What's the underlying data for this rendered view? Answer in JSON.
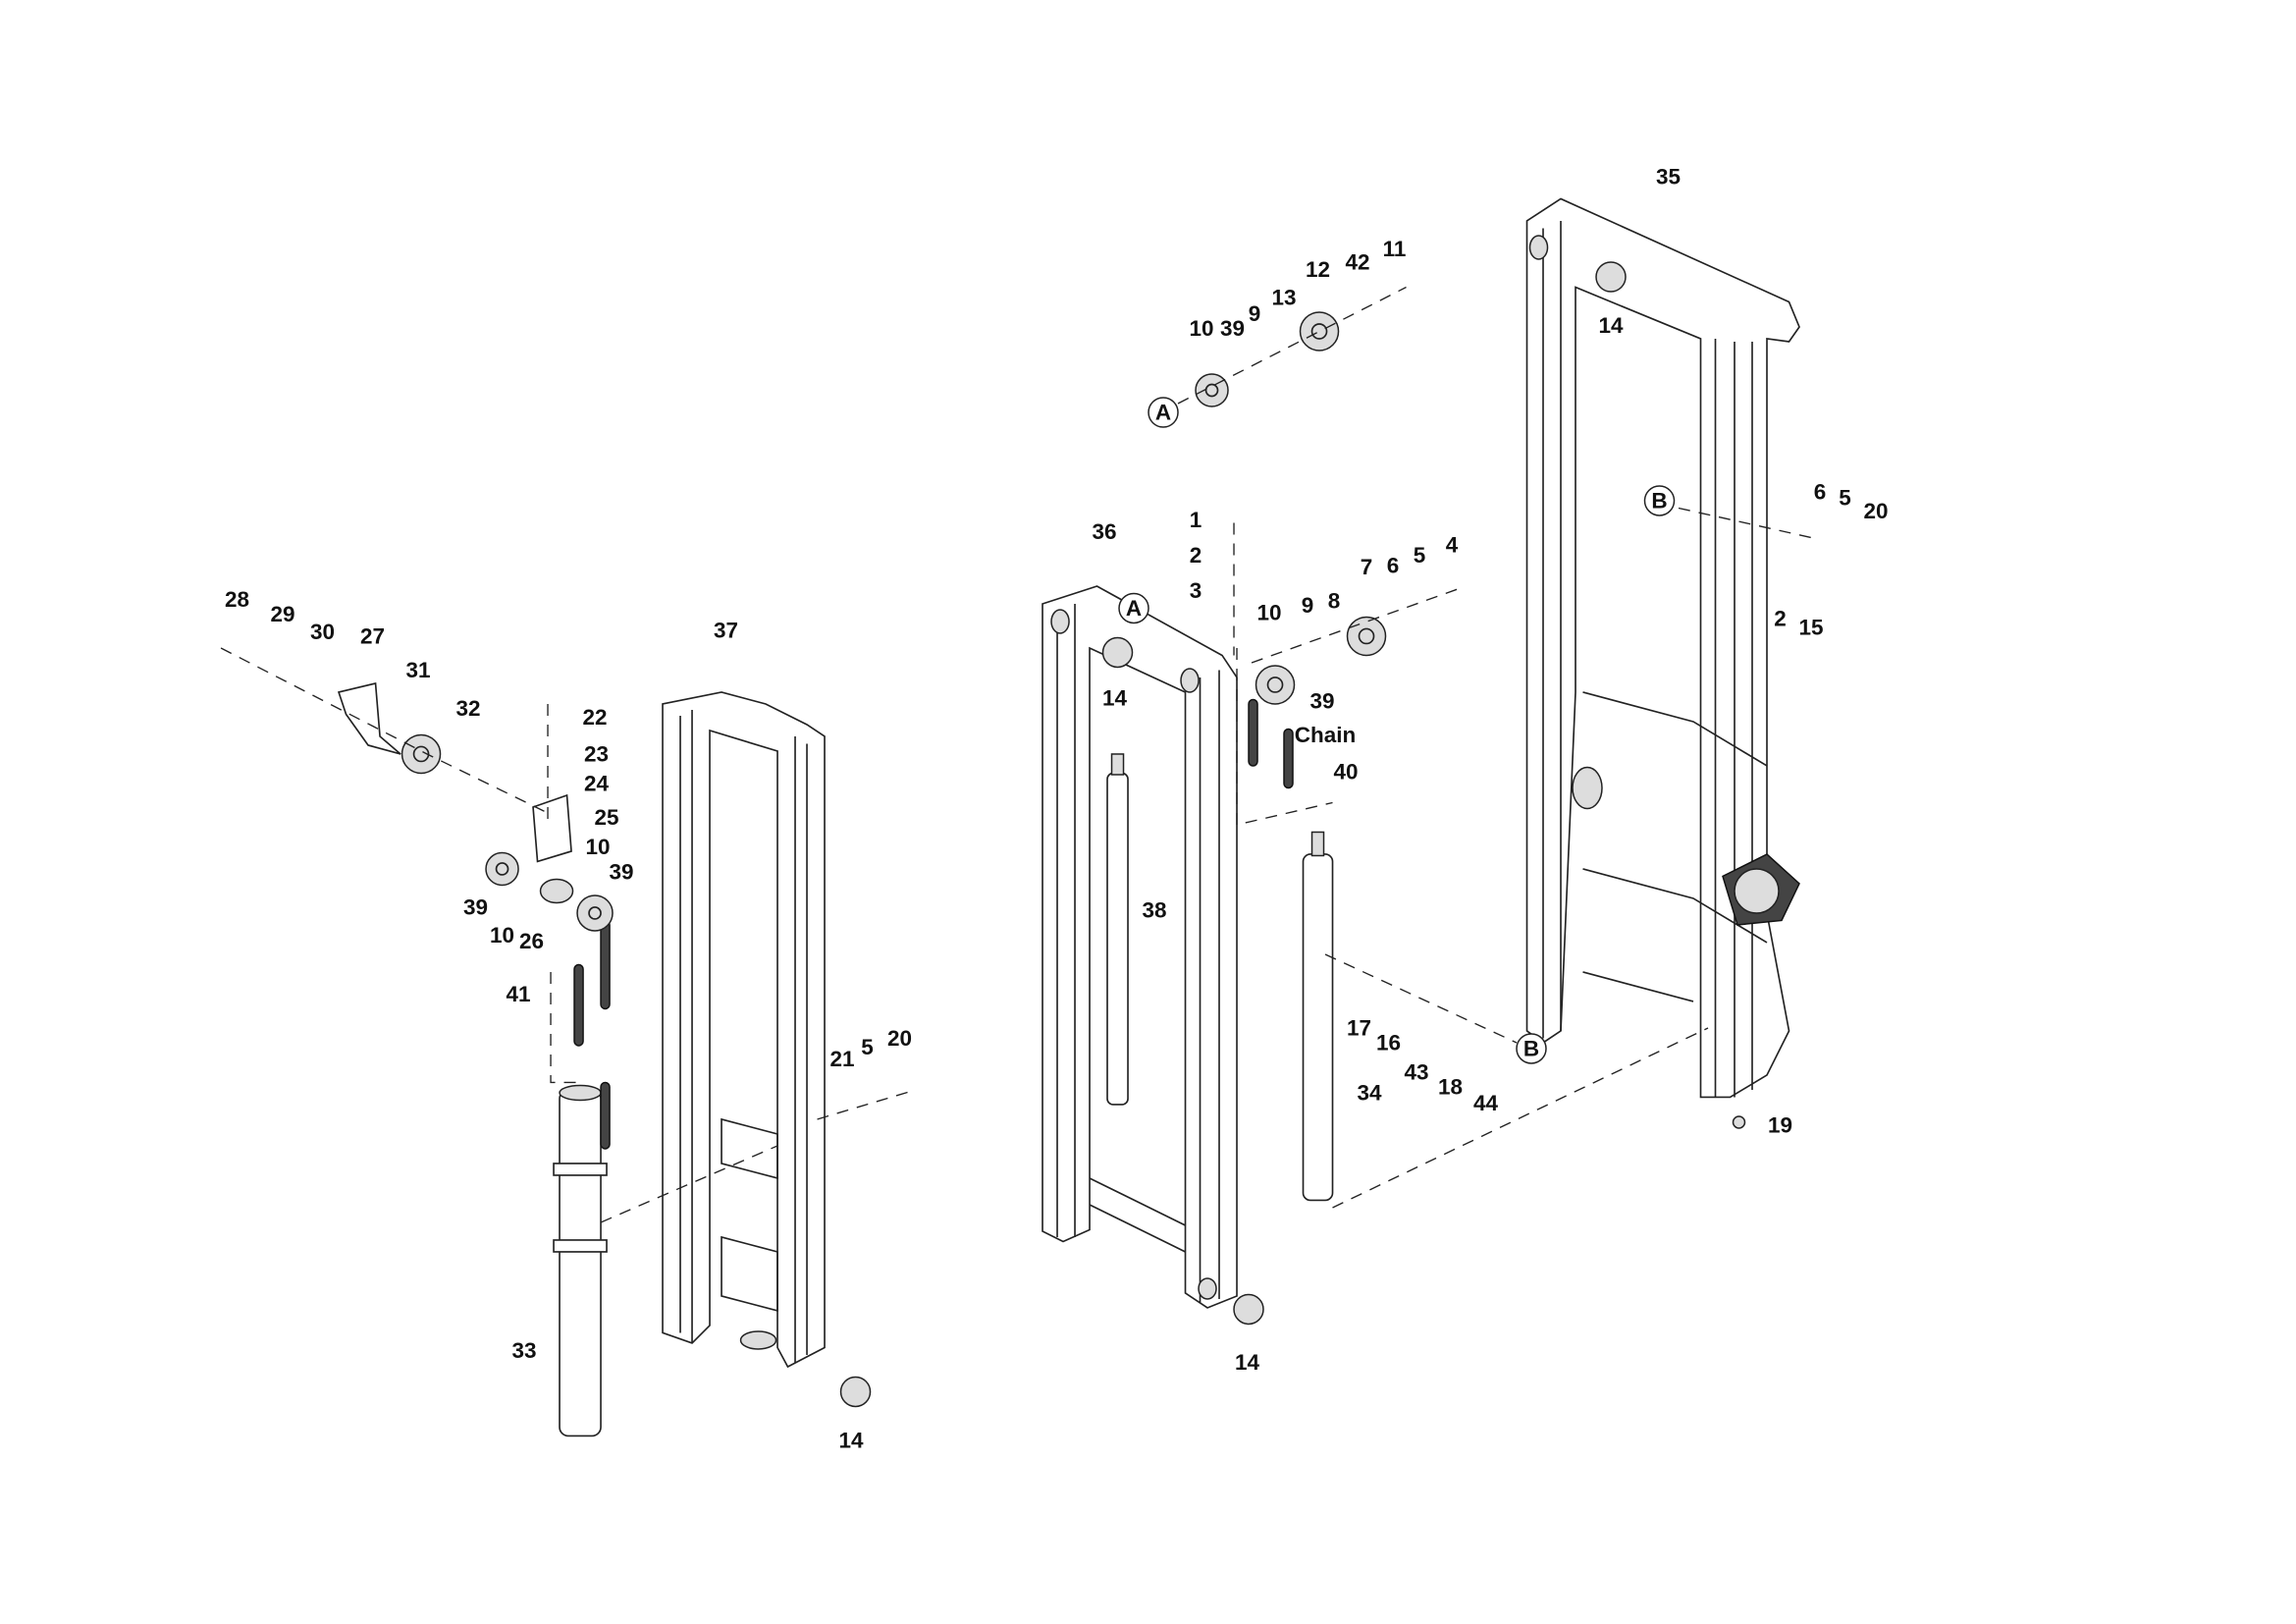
{
  "diagram": {
    "type": "exploded-parts-diagram",
    "callouts": [
      "28",
      "29",
      "30",
      "27",
      "31",
      "32",
      "22",
      "23",
      "24",
      "25",
      "10",
      "39",
      "39",
      "10",
      "26",
      "41",
      "21",
      "5",
      "20",
      "33",
      "14",
      "37",
      "36",
      "14",
      "38",
      "14",
      "1",
      "2",
      "3",
      "10",
      "9",
      "8",
      "7",
      "6",
      "5",
      "4",
      "39",
      "Chain",
      "40",
      "34",
      "17",
      "16",
      "43",
      "18",
      "44",
      "19",
      "10",
      "39",
      "9",
      "13",
      "12",
      "42",
      "11",
      "35",
      "14",
      "6",
      "5",
      "20",
      "2",
      "15"
    ],
    "reference_markers": [
      "A",
      "A",
      "B",
      "B"
    ]
  }
}
